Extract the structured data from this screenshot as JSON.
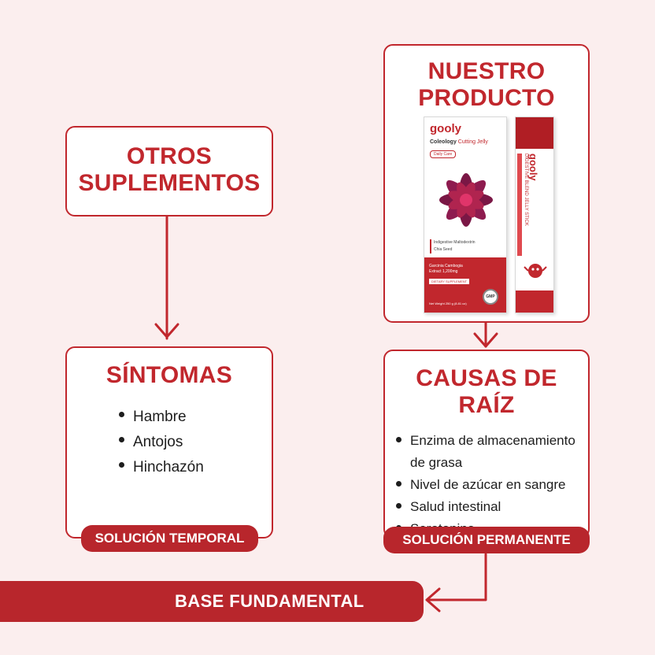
{
  "left_column": {
    "top_box": {
      "title_line1": "OTROS",
      "title_line2": "SUPLEMENTOS"
    },
    "symptoms": {
      "title": "SÍNTOMAS",
      "items": [
        "Hambre",
        "Antojos",
        "Hinchazón"
      ]
    },
    "pill": "SOLUCIÓN TEMPORAL"
  },
  "right_column": {
    "top_box": {
      "title_line1": "NUESTRO",
      "title_line2": "PRODUCTO",
      "product": {
        "brand": "gooly",
        "name_bold": "Coleology",
        "name_rest": "Cutting Jelly",
        "tag": "Daily Care",
        "ingredient1": "Indigestive Maltodextrin",
        "ingredient2": "Chia Seed",
        "extract1": "Garcinia Cambogia",
        "extract2": "Extract 1,200mg",
        "dietary": "DIETARY SUPPLEMENT",
        "net_weight": "Net Weight 250 g (8.81 oz)",
        "gmp": "GMP",
        "stick_brand": "gooly",
        "stick_text": "DIGESTIVE BLEND JELLY STICK"
      }
    },
    "root_causes": {
      "title": "CAUSAS DE RAÍZ",
      "items": [
        "Enzima de almacenamiento de grasa",
        "Nivel de azúcar en sangre",
        "Salud intestinal",
        "Serotonina"
      ]
    },
    "pill": "SOLUCIÓN PERMANENTE"
  },
  "banner": {
    "label": "BASE FUNDAMENTAL"
  },
  "colors": {
    "accent": "#c1272d",
    "background": "#fbeeee",
    "pill": "#b8262c"
  }
}
